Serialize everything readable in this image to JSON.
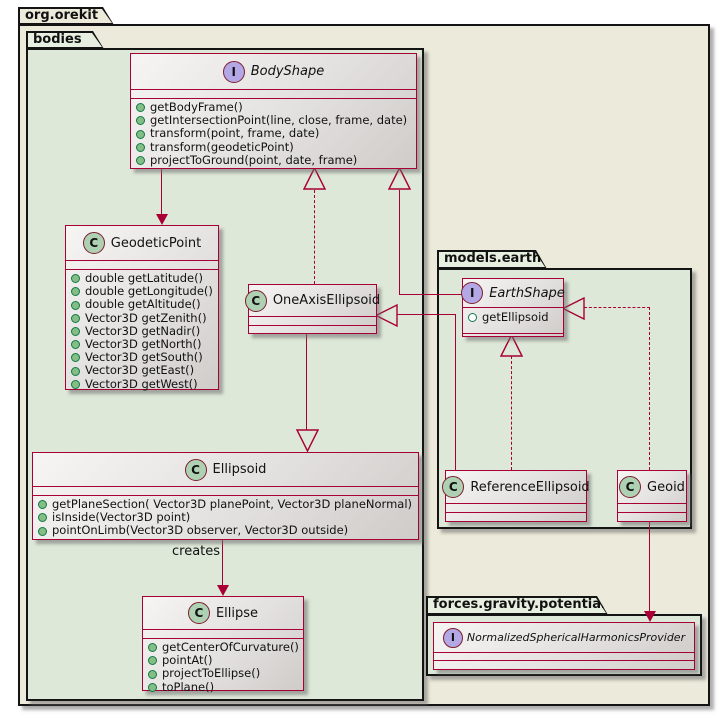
{
  "packages": {
    "orekit": {
      "label": "org.orekit"
    },
    "bodies": {
      "label": "bodies"
    },
    "models_earth": {
      "label": "models.earth"
    },
    "forces": {
      "label": "forces.gravity.potential"
    }
  },
  "classes": {
    "body_shape": {
      "kind": "I",
      "name": "BodyShape",
      "methods": [
        "getBodyFrame()",
        "getIntersectionPoint(line, close, frame, date)",
        "transform(point, frame, date)",
        "transform(geodeticPoint)",
        "projectToGround(point, date, frame)"
      ]
    },
    "geodetic_point": {
      "kind": "C",
      "name": "GeodeticPoint",
      "methods": [
        "double getLatitude()",
        "double getLongitude()",
        "double getAltitude()",
        "Vector3D getZenith()",
        "Vector3D getNadir()",
        "Vector3D getNorth()",
        "Vector3D getSouth()",
        "Vector3D getEast()",
        "Vector3D getWest()"
      ]
    },
    "one_axis_ellipsoid": {
      "kind": "C",
      "name": "OneAxisEllipsoid",
      "methods": []
    },
    "earth_shape": {
      "kind": "I",
      "name": "EarthShape",
      "methods": [
        "getEllipsoid"
      ]
    },
    "ellipsoid": {
      "kind": "C",
      "name": "Ellipsoid",
      "methods": [
        "getPlaneSection( Vector3D planePoint, Vector3D planeNormal)",
        "isInside(Vector3D point)",
        "pointOnLimb(Vector3D observer, Vector3D outside)"
      ]
    },
    "ellipse": {
      "kind": "C",
      "name": "Ellipse",
      "methods": [
        "getCenterOfCurvature()",
        "pointAt()",
        "projectToEllipse()",
        "toPlane()"
      ]
    },
    "reference_ellipsoid": {
      "kind": "C",
      "name": "ReferenceEllipsoid",
      "methods": []
    },
    "geoid": {
      "kind": "C",
      "name": "Geoid",
      "methods": []
    },
    "nshp": {
      "kind": "I",
      "name": "NormalizedSphericalHarmonicsProvider",
      "methods": []
    }
  },
  "edges": {
    "creates_label": "creates"
  },
  "colors": {
    "accent_maroon": "#A80036",
    "package_cream": "#ECEADA",
    "package_green": "#DDE8D8",
    "class_circle_green": "#ADD1B2",
    "interface_circle_purple": "#B4A7E5",
    "method_bullet_green": "#84BE84",
    "border_black": "#141414"
  }
}
